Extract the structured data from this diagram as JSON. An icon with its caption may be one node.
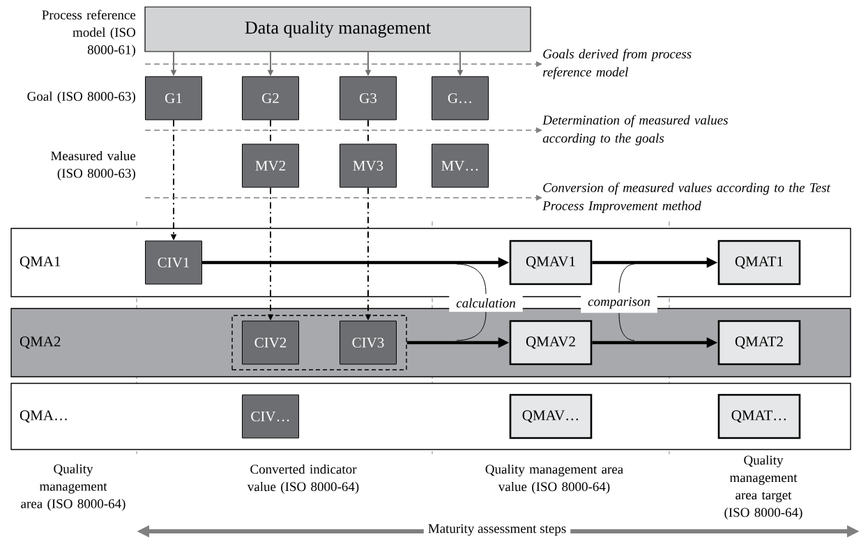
{
  "diagram": {
    "nodes": [
      {
        "text": [
          "Data quality management"
        ]
      },
      {
        "text": [
          "G1"
        ]
      },
      {
        "text": [
          "G2"
        ]
      },
      {
        "text": [
          "G3"
        ]
      },
      {
        "text": [
          "G…"
        ]
      },
      {
        "text": [
          "MV2"
        ]
      },
      {
        "text": [
          "MV3"
        ]
      },
      {
        "text": [
          "MV…"
        ]
      },
      {
        "text": [
          "QMA1"
        ]
      },
      {
        "text": [
          "CIV1"
        ],
        "in": 8
      },
      {
        "text": [
          "QMAV1"
        ],
        "in": 8
      },
      {
        "text": [
          "QMAT1"
        ],
        "in": 8
      },
      {
        "text": [
          "QMA2"
        ]
      },
      {
        "text": [],
        "shape": "box",
        "in": 12
      },
      {
        "text": [
          "CIV2"
        ],
        "in": 13
      },
      {
        "text": [
          "CIV3"
        ],
        "in": 13
      },
      {
        "text": [
          "QMAV2"
        ],
        "in": 12
      },
      {
        "text": [
          "QMAT2"
        ],
        "in": 12
      },
      {
        "text": [
          "QMA…"
        ]
      },
      {
        "text": [
          "CIV…"
        ],
        "in": 18
      },
      {
        "text": [
          "QMAV…"
        ],
        "in": 18
      },
      {
        "text": [
          "QMAT…"
        ],
        "in": 18
      },
      {
        "text": [
          "Goals derived from process reference model"
        ]
      },
      {
        "text": [
          "Determination of measured values according to the goals"
        ]
      },
      {
        "text": [
          "Conversion of measured values according to the Test Process Improvement method"
        ]
      },
      {
        "text": [
          "calculation"
        ]
      },
      {
        "text": [
          "comparison"
        ]
      }
    ],
    "edges": [
      {
        "from": 0,
        "to": 1,
        "arrow": "to",
        "color": "#707070"
      },
      {
        "from": 0,
        "to": 2,
        "arrow": "to",
        "color": "#707070"
      },
      {
        "from": 0,
        "to": 3,
        "arrow": "to",
        "color": "#707070"
      },
      {
        "from": 0,
        "to": 4,
        "arrow": "to",
        "color": "#707070"
      },
      {
        "from": 1,
        "to": 9,
        "arrow": "to",
        "style": "dashed"
      },
      {
        "from": 2,
        "to": 5,
        "arrow": "none",
        "style": "dashed"
      },
      {
        "from": 5,
        "to": 14,
        "arrow": "to",
        "style": "dashed"
      },
      {
        "from": 3,
        "to": 6,
        "arrow": "none",
        "style": "dashed"
      },
      {
        "from": 6,
        "to": 15,
        "arrow": "to",
        "style": "dashed"
      },
      {
        "from": 9,
        "to": 10,
        "arrow": "to",
        "style": "thick"
      },
      {
        "from": 10,
        "to": 11,
        "arrow": "to",
        "style": "thick"
      },
      {
        "from": 13,
        "to": 16,
        "arrow": "to",
        "style": "thick"
      },
      {
        "from": 16,
        "to": 17,
        "arrow": "to",
        "style": "thick"
      },
      {
        "from": null,
        "to": 22,
        "arrow": "to",
        "style": "dashed",
        "color": "#808080"
      },
      {
        "from": null,
        "to": 23,
        "arrow": "to",
        "style": "dashed",
        "color": "#808080"
      },
      {
        "from": null,
        "to": 24,
        "arrow": "to",
        "style": "dashed",
        "color": "#808080"
      },
      {
        "from": 25,
        "to": null,
        "arrow": "none"
      },
      {
        "from": 25,
        "to": null,
        "arrow": "none"
      },
      {
        "from": 26,
        "to": null,
        "arrow": "none"
      },
      {
        "from": 26,
        "to": null,
        "arrow": "none"
      }
    ],
    "labels": [
      "Process reference model (ISO 8000-61)",
      "Goal (ISO 8000-63)",
      "Measured value (ISO 8000-63)",
      "Quality management area (ISO 8000-64)",
      "Converted indicator value (ISO 8000-64)",
      "Quality management area value (ISO 8000-64)",
      "Quality management area target (ISO 8000-64)",
      "Maturity assessment steps"
    ]
  }
}
